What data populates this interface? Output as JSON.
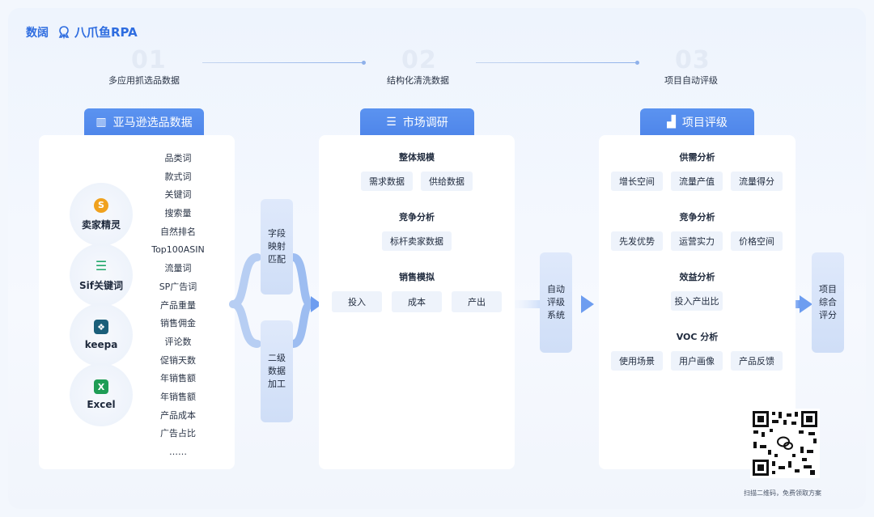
{
  "brand": {
    "name1": "数阔",
    "name2": "八爪鱼RPA"
  },
  "steps": [
    {
      "num": "01",
      "label": "多应用抓选品数据"
    },
    {
      "num": "02",
      "label": "结构化清洗数据"
    },
    {
      "num": "03",
      "label": "项目自动评级"
    }
  ],
  "panel1": {
    "title": "亚马逊选品数据",
    "sources": [
      {
        "name": "卖家精灵",
        "icon": "seller-sprite-icon",
        "color": "#f0a11d",
        "glyph": "S"
      },
      {
        "name": "Sif关键词",
        "icon": "sif-list-icon",
        "color": "#22a86b",
        "glyph": "☰"
      },
      {
        "name": "keepa",
        "icon": "keepa-icon",
        "color": "#1b5f7a",
        "glyph": "❖"
      },
      {
        "name": "Excel",
        "icon": "excel-icon",
        "color": "#1f9d55",
        "glyph": "X"
      }
    ],
    "fields": [
      "品类词",
      "款式词",
      "关键词",
      "搜索量",
      "自然排名",
      "Top100ASIN",
      "流量词",
      "SP广告词",
      "产品重量",
      "销售佣金",
      "评论数",
      "促销天数",
      "年销售额",
      "年销售额",
      "产品成本",
      "广告占比",
      "……"
    ]
  },
  "processing": {
    "box1": "字段映射匹配",
    "box2": "二级数据加工"
  },
  "panel2": {
    "title": "市场调研",
    "sections": [
      {
        "head": "整体规模",
        "chips": [
          "需求数据",
          "供给数据"
        ]
      },
      {
        "head": "竞争分析",
        "chips": [
          "标杆卖家数据"
        ]
      },
      {
        "head": "销售模拟",
        "chips": [
          "投入",
          "成本",
          "产出"
        ]
      }
    ]
  },
  "system_box": "自动评级系统",
  "panel3": {
    "title": "项目评级",
    "sections": [
      {
        "head": "供需分析",
        "chips": [
          "增长空间",
          "流量产值",
          "流量得分"
        ]
      },
      {
        "head": "竞争分析",
        "chips": [
          "先发优势",
          "运营实力",
          "价格空间"
        ]
      },
      {
        "head": "效益分析",
        "chips": [
          "投入产出比"
        ]
      },
      {
        "head": "VOC 分析",
        "chips": [
          "使用场景",
          "用户画像",
          "产品反馈"
        ]
      }
    ]
  },
  "result_box": "项目综合评分",
  "qr": {
    "caption": "扫描二维码，免费领取方案"
  },
  "colors": {
    "accent": "#4f86ea",
    "box": "#dfe9fb",
    "chip": "#eef3fb"
  }
}
